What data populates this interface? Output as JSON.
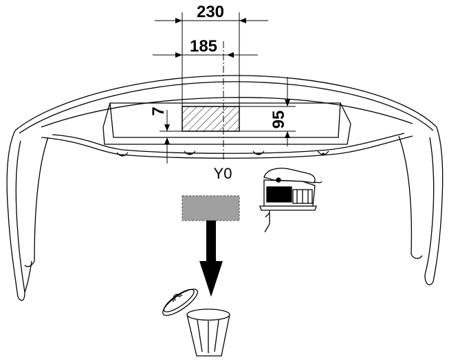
{
  "dimensions": {
    "outer_width": "230",
    "inner_width": "185",
    "height": "95",
    "offset": "7"
  },
  "reference": {
    "axis_label": "Y0"
  },
  "icons": {
    "tool": "jigsaw-icon",
    "bin": "trash-bin-icon",
    "arrow": "down-arrow-icon"
  },
  "colors": {
    "line": "#000000",
    "removed_piece": "#a0a0a0",
    "background": "#ffffff"
  }
}
